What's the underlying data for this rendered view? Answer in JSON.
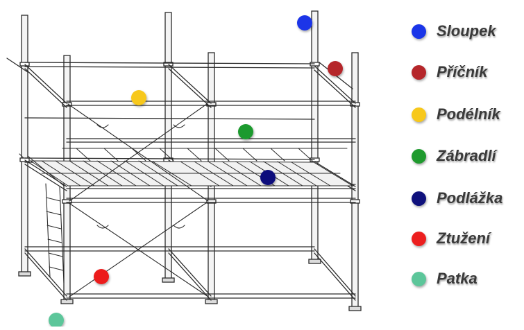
{
  "legend": {
    "items": [
      {
        "label": "Sloupek",
        "color": "#1a35e8"
      },
      {
        "label": "Příčník",
        "color": "#b5262a"
      },
      {
        "label": "Podélník",
        "color": "#f7c81c"
      },
      {
        "label": "Zábradlí",
        "color": "#1f9a2e"
      },
      {
        "label": "Podlážka",
        "color": "#0f117c"
      },
      {
        "label": "Ztužení",
        "color": "#ec1f1f"
      },
      {
        "label": "Patka",
        "color": "#5cc69a"
      }
    ]
  },
  "markers": {
    "sloupek": {
      "color": "#1a35e8"
    },
    "pricnik": {
      "color": "#b5262a"
    },
    "podelnik": {
      "color": "#f7c81c"
    },
    "zabradli": {
      "color": "#1f9a2e"
    },
    "podlazka": {
      "color": "#0f117c"
    },
    "ztuzeni": {
      "color": "#ec1f1f"
    },
    "patka": {
      "color": "#5cc69a"
    }
  }
}
